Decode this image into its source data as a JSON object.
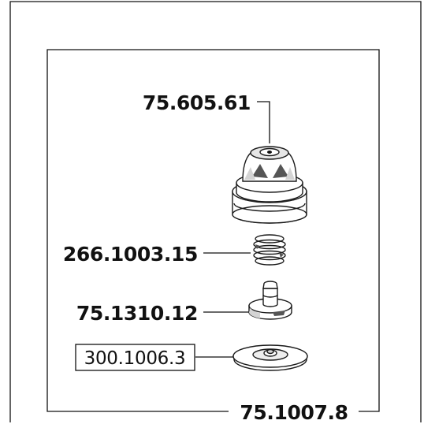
{
  "assembly": {
    "number": "75.1007.8"
  },
  "parts": [
    {
      "id": "cap",
      "number": "75.605.61"
    },
    {
      "id": "spring",
      "number": "266.1003.15"
    },
    {
      "id": "valve-piston",
      "number": "75.1310.12"
    },
    {
      "id": "diaphragm",
      "number": "300.1006.3"
    }
  ],
  "colors": {
    "line": "#111111",
    "part_fill": "#ffffff",
    "shade": "#d4d4d4",
    "dark": "#555555"
  }
}
